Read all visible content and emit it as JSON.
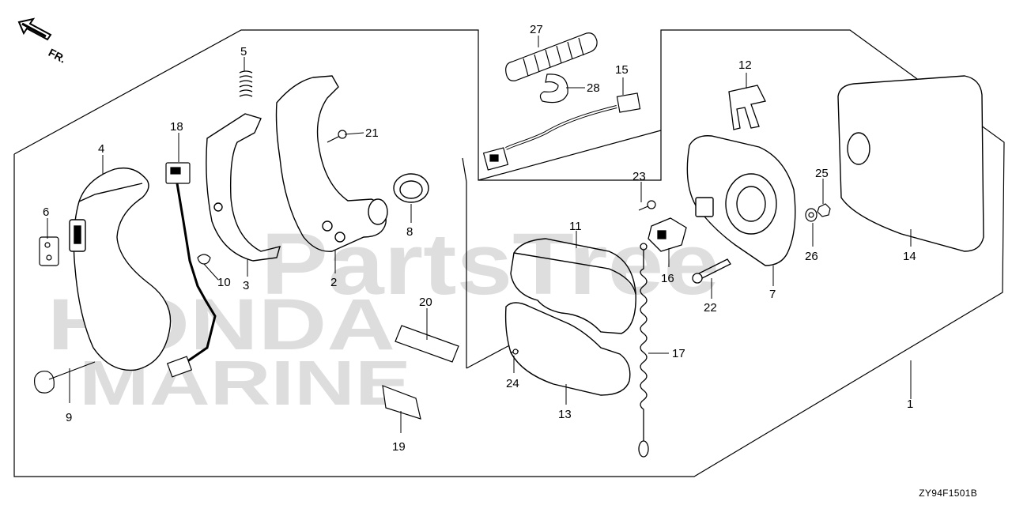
{
  "diagram": {
    "direction_label": "FR.",
    "watermark": "PartsTree",
    "brand_watermark_line1": "HONDA",
    "brand_watermark_line2": "MARINE",
    "diagram_code": "ZY94F1501B"
  },
  "callouts": [
    {
      "id": "1",
      "label": "1"
    },
    {
      "id": "2",
      "label": "2"
    },
    {
      "id": "3",
      "label": "3"
    },
    {
      "id": "4",
      "label": "4"
    },
    {
      "id": "5",
      "label": "5"
    },
    {
      "id": "6",
      "label": "6"
    },
    {
      "id": "7",
      "label": "7"
    },
    {
      "id": "8",
      "label": "8"
    },
    {
      "id": "9",
      "label": "9"
    },
    {
      "id": "10",
      "label": "10"
    },
    {
      "id": "11",
      "label": "11"
    },
    {
      "id": "12",
      "label": "12"
    },
    {
      "id": "13",
      "label": "13"
    },
    {
      "id": "14",
      "label": "14"
    },
    {
      "id": "15",
      "label": "15"
    },
    {
      "id": "16",
      "label": "16"
    },
    {
      "id": "17",
      "label": "17"
    },
    {
      "id": "18",
      "label": "18"
    },
    {
      "id": "19",
      "label": "19"
    },
    {
      "id": "20",
      "label": "20"
    },
    {
      "id": "21",
      "label": "21"
    },
    {
      "id": "22",
      "label": "22"
    },
    {
      "id": "23",
      "label": "23"
    },
    {
      "id": "24",
      "label": "24"
    },
    {
      "id": "25",
      "label": "25"
    },
    {
      "id": "26",
      "label": "26"
    },
    {
      "id": "27",
      "label": "27"
    },
    {
      "id": "28",
      "label": "28"
    }
  ]
}
